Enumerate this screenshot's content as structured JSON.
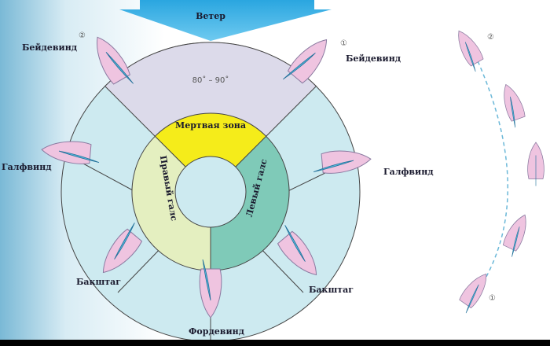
{
  "wind": {
    "label": "Ветер"
  },
  "dead_zone": {
    "label": "Мертвая зона",
    "angle_label": "80˚ – 90˚"
  },
  "tacks": {
    "right": "Правый галс",
    "left": "Левый галс"
  },
  "courses": {
    "beam_close_left": "Бейдевинд",
    "beam_close_right": "Бейдевинд",
    "beam_reach_left": "Галфвинд",
    "beam_reach_right": "Галфвинд",
    "broad_reach_left": "Бакштаг",
    "broad_reach_right": "Бакштаг",
    "run": "Фордевинд"
  },
  "markers": {
    "one": "①",
    "two": "②"
  },
  "colors": {
    "outer": "#cdeaf0",
    "sector": "#dcdaea",
    "dead": "#f5ec1a",
    "right_tack": "#e4efc0",
    "left_tack": "#7fcab8",
    "hull": "#efc4e0",
    "sail": "#5bb8dc",
    "arrow": "#3fb4e6"
  }
}
